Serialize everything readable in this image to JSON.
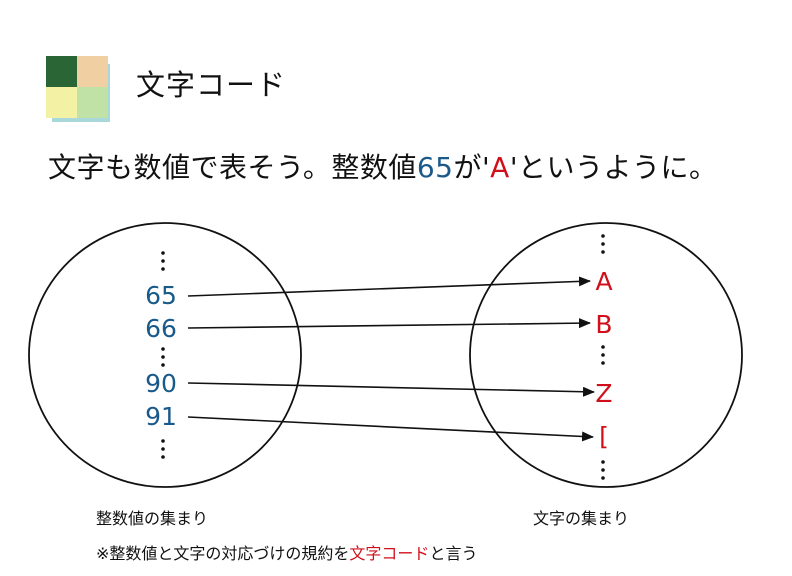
{
  "title": "文字コード",
  "lead": {
    "prefix": "文字も数値で表そう。整数値",
    "number": "65",
    "middle": "が'",
    "char": "A",
    "suffix": "'というように。"
  },
  "integer_set": {
    "label": "整数値の集まり",
    "items": [
      "65",
      "66",
      "90",
      "91"
    ]
  },
  "char_set": {
    "label": "文字の集まり",
    "items": [
      "A",
      "B",
      "Z",
      "["
    ]
  },
  "mappings": [
    {
      "from": "65",
      "to": "A"
    },
    {
      "from": "66",
      "to": "B"
    },
    {
      "from": "90",
      "to": "Z"
    },
    {
      "from": "91",
      "to": "["
    }
  ],
  "note": {
    "prefix": "※整数値と文字の対応づけの規約を",
    "highlight": "文字コード",
    "suffix": "と言う"
  },
  "colors": {
    "number": "#1a5a8a",
    "char": "#d10f1a",
    "line": "#111111"
  }
}
